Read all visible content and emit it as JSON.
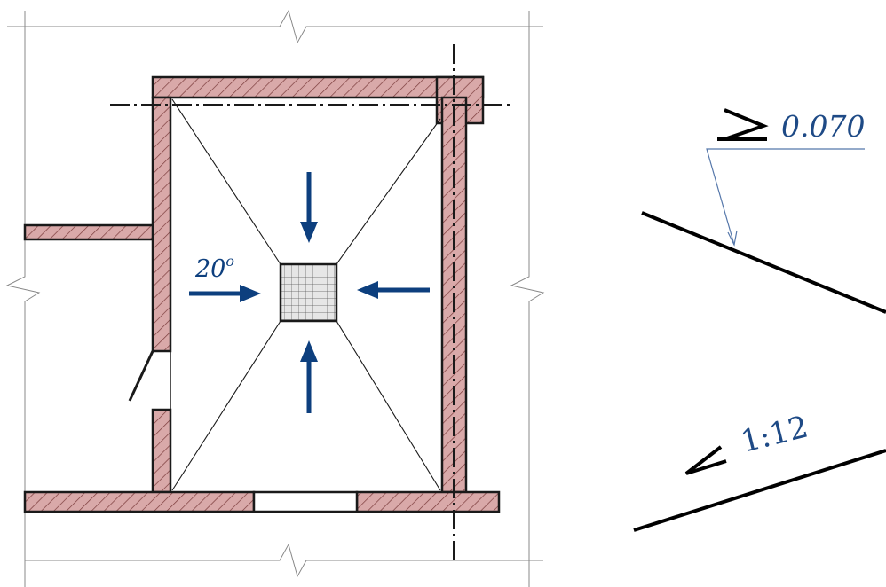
{
  "plan": {
    "slope_angle_label": "20",
    "slope_angle_unit": "o"
  },
  "elevation": {
    "level_value": "0.070",
    "slope_ratio": "1:12"
  },
  "colors": {
    "wall_fill": "#d9a9a9",
    "wall_stroke": "#1a1a1a",
    "arrow_blue": "#0d3f7e",
    "annotation_text": "#1e4a86",
    "leader_line": "#5577aa",
    "drain_fill": "#e6e6e6"
  }
}
